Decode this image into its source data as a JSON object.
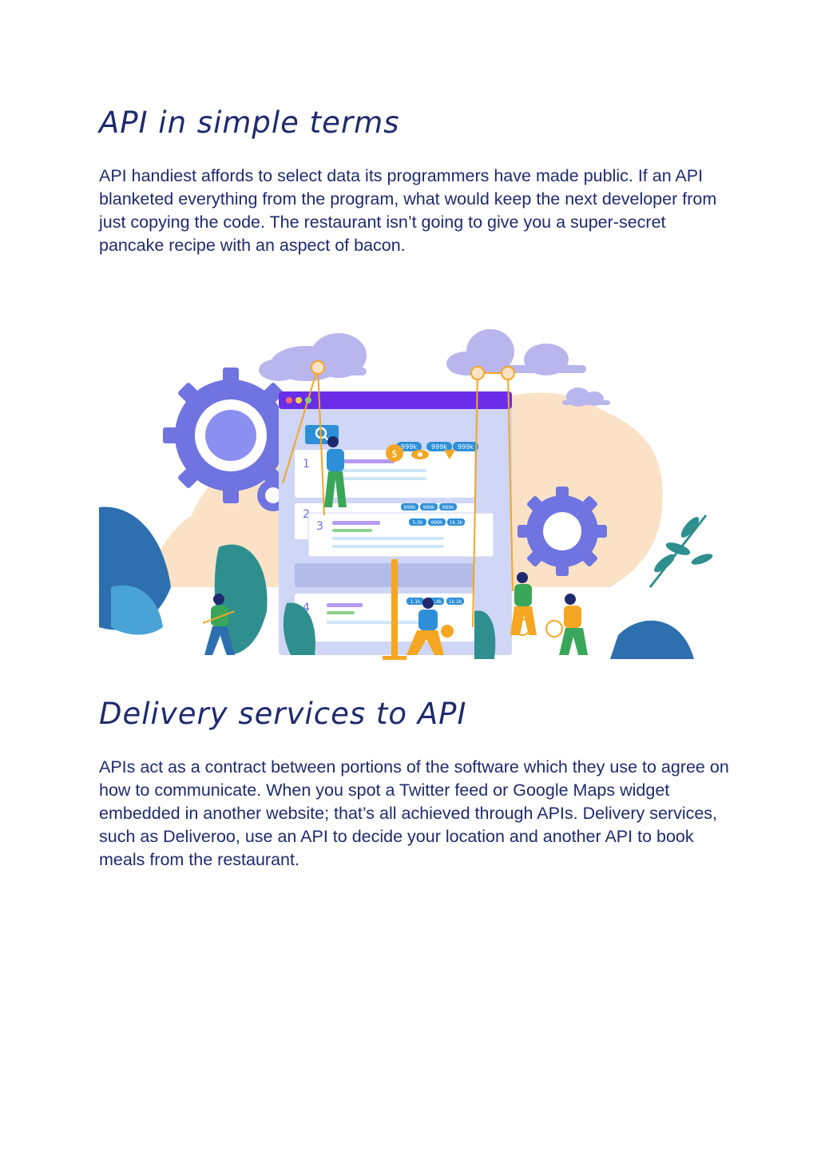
{
  "section1": {
    "heading": "API in simple terms",
    "paragraph": "API handiest affords to select data its programmers have made public. If an API blanketed everything from the program, what would keep the next developer from just copying the code. The restaurant isn’t going to give you a super-secret pancake recipe with an aspect of bacon."
  },
  "illustration": {
    "row_numbers": [
      "1",
      "2",
      "3",
      "4"
    ],
    "badges_top": [
      "999k",
      "999k",
      "999k"
    ],
    "badges_mid": [
      "999k",
      "999k",
      "999k"
    ],
    "badges_low": [
      "5.5k",
      "999k",
      "1k.3k"
    ],
    "badges_bottom": [
      "1.1k",
      "1k.4k",
      "1k.1k"
    ],
    "icons": [
      "gear-icon",
      "search-icon",
      "dollar-icon",
      "eye-icon",
      "arrow-down-icon",
      "cloud-icon",
      "leaf-icon",
      "person-icon"
    ],
    "colors": {
      "purple": "#6a2ee8",
      "blue": "#2e8fd9",
      "peach": "#fbe2c6",
      "teal": "#2f8f8f",
      "gear": "#6f74e0",
      "orange": "#f5a623"
    }
  },
  "section2": {
    "heading": "Delivery services to API",
    "paragraph": "APIs act as a contract between portions of the software which they use to agree on how to communicate. When you spot a Twitter feed or Google Maps widget embedded in another website; that’s all achieved through APIs. Delivery services, such as Deliveroo, use an API to decide your location and another API to book meals from the restaurant."
  }
}
